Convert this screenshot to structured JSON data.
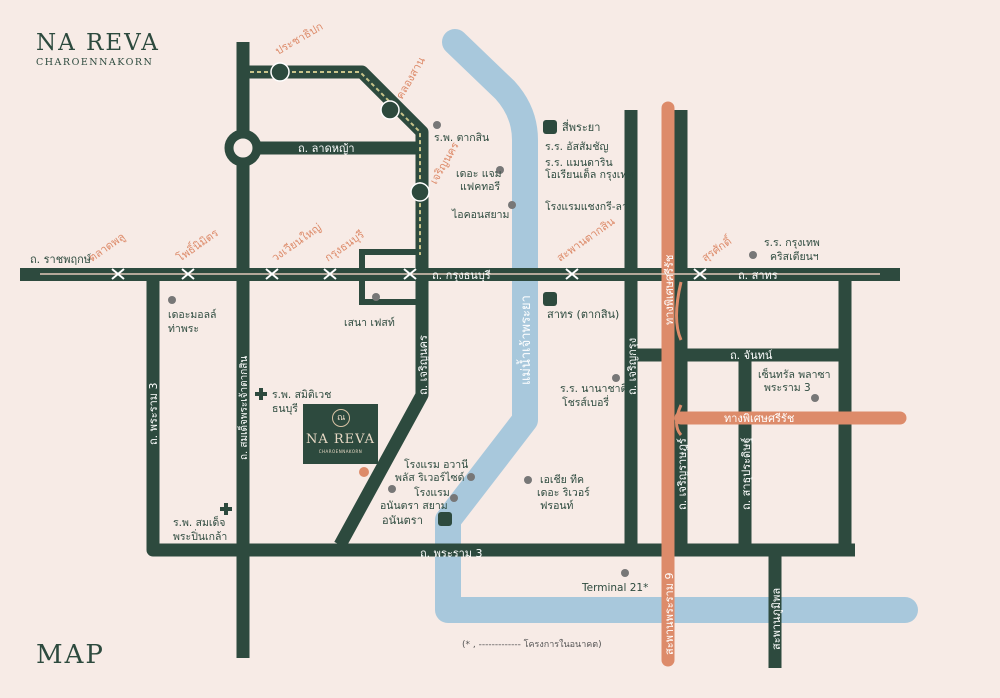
{
  "brand": {
    "name": "NA REVA",
    "subtitle": "CHAROENNAKORN"
  },
  "map_title": "MAP",
  "legend": {
    "text": "(* , ------------- โครงการในอนาคต)"
  },
  "project_logo": {
    "emblem": "ณ",
    "name": "NA REVA",
    "subtitle": "CHAROENNAKORN"
  },
  "colors": {
    "background": "#f7ebe6",
    "road": "#2d4a3e",
    "river": "#a8c8dc",
    "expressway": "#dd8b6a",
    "station_label": "#dd8b6a",
    "future_line": "#c9c48a"
  },
  "roads": {
    "ratchaphruek": "ถ. ราชพฤกษ์",
    "krung_thonburi": "ถ. กรุงธนบุรี",
    "sathorn": "ถ. สาทร",
    "lat_ya": "ถ. ลาดหญ้า",
    "rama3": "ถ. พระราม 3",
    "rama3_west": "ถ. พระราม 3",
    "somdet_chao_phraya": "ถ. สมเด็จพระเจ้าตากสิน",
    "charoen_nakhon": "ถ. เจริญนคร",
    "charoen_krung": "ถ. เจริญกรุง",
    "chan": "ถ. จันทน์",
    "charoen_rat": "ถ. เจริญราษฎร์",
    "sathu_pradit": "ถ. สาธุประดิษฐ์"
  },
  "expressway": {
    "label": "ทางพิเศษศรีรัช",
    "label_horizontal": "ทางพิเศษศรีรัช"
  },
  "river": {
    "label": "แม่น้ำเจ้าพระยา"
  },
  "bridges": {
    "taksin": "สะพานตากสิน",
    "rama9": "สะพานพระราม 9",
    "bhumibol": "สะพานภูมิพล"
  },
  "stations": {
    "prajadhipok": "ประชาธิปก",
    "khlong_san": "คลองสาน",
    "charoen_nakhon": "เจริญนคร",
    "talat_phlu": "ตลาดพลู",
    "pho_nimit": "โพธิ์นิมิตร",
    "wongwian_yai": "วงเวียนใหญ่",
    "krung_thonburi": "กรุงธนบุรี",
    "surasak": "สุรศักดิ์"
  },
  "boats": {
    "si_phraya": "สี่พระยา",
    "sathorn": "สาทร (ตากสิน)",
    "iconsiam": "ไอคอนสยาม",
    "anantara": "อนันตรา"
  },
  "pois": {
    "taksin_hospital": "ร.พ. ตากสิน",
    "assumption_1": "ร.ร. อัสสัมชัญ",
    "assumption_2": "ร.ร. แมนดาริน",
    "mandarin": "โอเรียนเต็ล กรุงเทพ",
    "jam_factory_1": "เดอะ แจม",
    "jam_factory_2": "แฟคทอรี",
    "shangrila": "โรงแรมแชงกรี-ลา",
    "iconsiam": "ไอคอนสยาม",
    "christian_1": "ร.ร. กรุงเทพ",
    "christian_2": "คริสเตียนฯ",
    "mall_1": "เดอะมอลล์",
    "mall_2": "ท่าพระ",
    "sena_fest": "เสนา เฟสท์",
    "samitivej_1": "ร.พ. สมิติเวช",
    "samitivej_2": "ธนบุรี",
    "avani_1": "โรงแรม อวานี",
    "avani_2": "พลัส ริเวอร์ไซด์",
    "anantara_1": "โรงแรม",
    "anantara_2": "อนันตรา สยาม",
    "asiatique_1": "เอเชีย ทีค",
    "asiatique_2": "เดอะ ริเวอร์",
    "asiatique_3": "ฟรอนท์",
    "intl_school_1": "ร.ร. นานาชาติ",
    "intl_school_2": "โชรส์เบอรี่",
    "central_1": "เซ็นทรัล พลาซา",
    "central_2": "พระราม 3",
    "somdet_1": "ร.พ. สมเด็จ",
    "somdet_2": "พระปิ่นเกล้า",
    "terminal21": "Terminal 21*"
  }
}
